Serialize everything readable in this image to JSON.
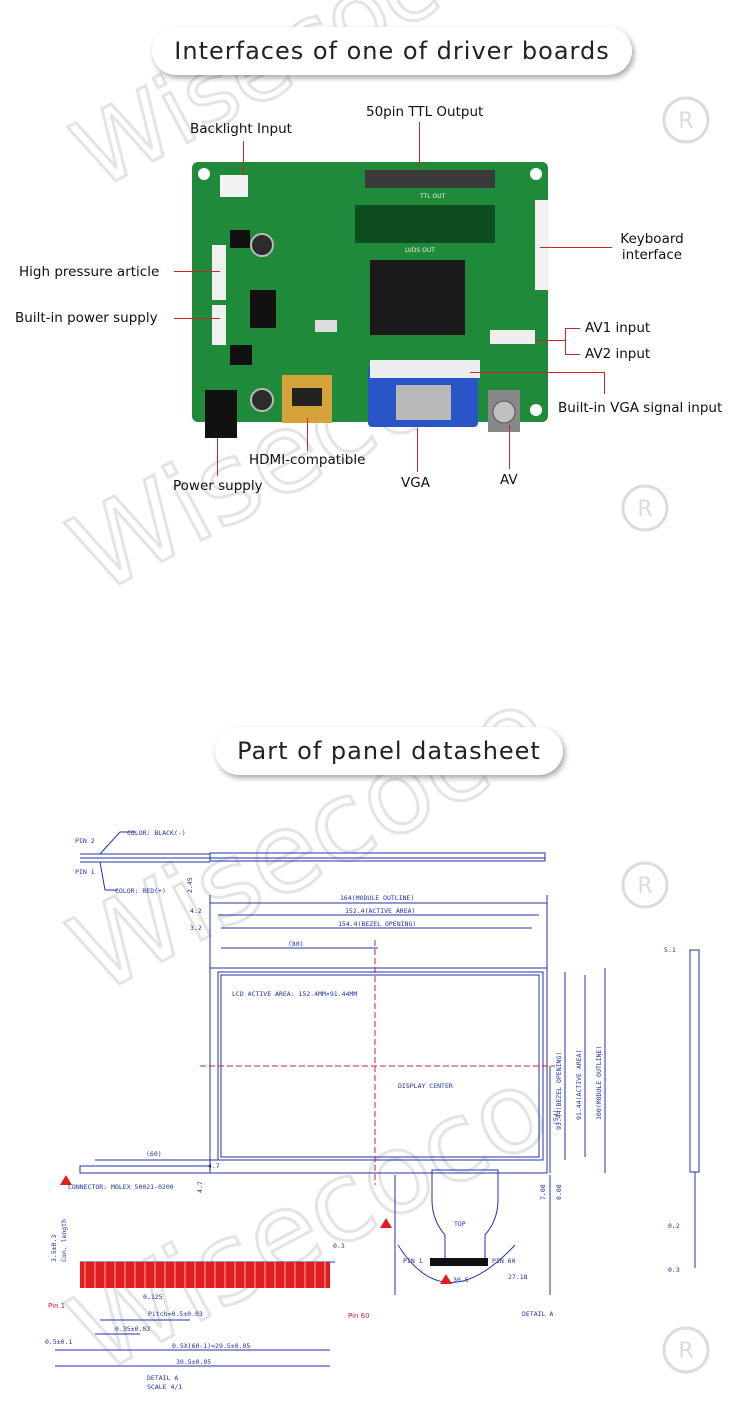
{
  "section1": {
    "title": "Interfaces of one of driver boards"
  },
  "section2": {
    "title": "Part of panel datasheet"
  },
  "board_labels": {
    "ttl": "50pin TTL Output",
    "backlight": "Backlight Input",
    "keyboard": "Keyboard interface",
    "high_pressure": "High pressure article",
    "builtin_power": "Built-in power supply",
    "av1": "AV1 input",
    "av2": "AV2 input",
    "vga_signal": "Built-in VGA signal input",
    "hdmi": "HDMI-compatible",
    "power": "Power supply",
    "vga": "VGA",
    "av": "AV"
  },
  "board_silk": {
    "ttl_out": "TTL OUT",
    "lvds_out": "LVDS OUT"
  },
  "drawing": {
    "pin2": "PIN 2",
    "pin1": "PIN 1",
    "color_black": "COLOR: BLACK(-)",
    "color_red": "COLOR: RED(+)",
    "module_outline": "164(MODULE OUTLINE)",
    "active_area": "152.4(ACTIVE AREA)",
    "bezel_opening": "154.4(BEZEL OPENING)",
    "dim_42": "4.2",
    "dim_32": "3.2",
    "dim_80": "(80)",
    "dim_245": "2.45",
    "lcd_active": "LCD ACTIVE AREA: 152.4MM×91.44MM",
    "display_center": "DISPLAY CENTER",
    "v_bezel": "93.44(BEZEL OPENING)",
    "v_active": "91.44(ACTIVE AREA)",
    "v_module": "100(MODULE OUTLINE)",
    "v_54": "(54)",
    "dim_60": "(60)",
    "dim_47": "4.7",
    "dim_708": "7.08",
    "dim_808": "8.08",
    "connector": "CONNECTOR: MOLEX 50021-0200",
    "top": "TOP",
    "fpc_pin1": "PIN 1",
    "fpc_pin60": "PIN 60",
    "dim_305": "30.5",
    "dim_2718": "27.18",
    "detail_a": "DETAIL A",
    "side_51": "5.1",
    "side_02": "0.2",
    "side_03": "0.3",
    "d_pin1": "Pin 1",
    "d_pin60": "Pin 60",
    "d_35": "3.5±0.3",
    "d_con": "Con. length",
    "d_0125": "0.125",
    "d_pitch": "Pitch=0.5±0.03",
    "d_035": "0.35±0.03",
    "d_05": "0.5±0.1",
    "d_formula": "0.5X(60-1)=29.5±0.05",
    "d_total": "30.5±0.05",
    "d_03": "0.3",
    "d_detail": "DETAIL A",
    "d_scale": "SCALE 4/1"
  },
  "watermark": {
    "text": "Wisecoco",
    "mark": "R"
  },
  "colors": {
    "pcb_green": "#1f8a3a",
    "callout_red": "#c62828",
    "drawing_blue": "#2233aa",
    "fpc_red": "#e01e1e",
    "vga_blue": "#2a55c8"
  }
}
